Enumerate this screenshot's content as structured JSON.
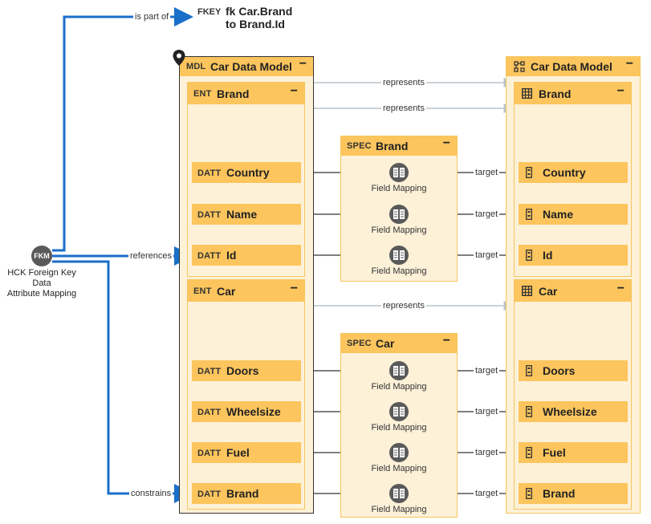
{
  "fkey": {
    "tag": "FKEY",
    "title_line1": "fk Car.Brand",
    "title_line2": "to Brand.Id"
  },
  "fkm": {
    "badge": "FKM",
    "label_line1": "HCK Foreign Key Data",
    "label_line2": "Attribute Mapping"
  },
  "edges": {
    "is_part_of": "is part of",
    "references": "references",
    "constrains": "constrains",
    "represents": "represents",
    "target": "target"
  },
  "left_model": {
    "tag": "MDL",
    "title": "Car Data Model",
    "min": "−",
    "brand": {
      "tag": "ENT",
      "title": "Brand",
      "min": "−",
      "attrs": [
        {
          "tag": "DATT",
          "name": "Country"
        },
        {
          "tag": "DATT",
          "name": "Name"
        },
        {
          "tag": "DATT",
          "name": "Id"
        }
      ]
    },
    "car": {
      "tag": "ENT",
      "title": "Car",
      "min": "−",
      "attrs": [
        {
          "tag": "DATT",
          "name": "Doors"
        },
        {
          "tag": "DATT",
          "name": "Wheelsize"
        },
        {
          "tag": "DATT",
          "name": "Fuel"
        },
        {
          "tag": "DATT",
          "name": "Brand"
        }
      ]
    }
  },
  "specs": {
    "brand": {
      "tag": "SPEC",
      "title": "Brand",
      "min": "−"
    },
    "car": {
      "tag": "SPEC",
      "title": "Car",
      "min": "−"
    },
    "mapping_label": "Field Mapping"
  },
  "right_model": {
    "title": "Car Data Model",
    "min": "−",
    "brand": {
      "title": "Brand",
      "min": "−",
      "attrs": [
        "Country",
        "Name",
        "Id"
      ]
    },
    "car": {
      "title": "Car",
      "min": "−",
      "attrs": [
        "Doors",
        "Wheelsize",
        "Fuel",
        "Brand"
      ]
    }
  },
  "colors": {
    "link": "#1a6fc9",
    "edge": "#555555",
    "represents": "#b8c3cc",
    "header": "#fcc55d",
    "body": "#fdf1d8"
  }
}
